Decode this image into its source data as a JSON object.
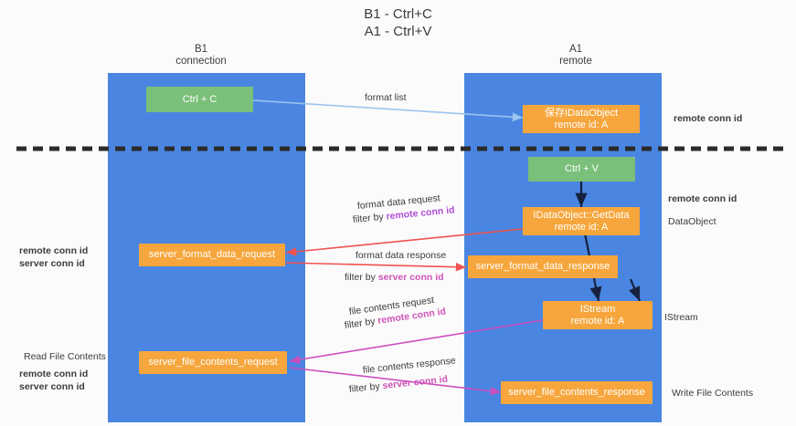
{
  "title": {
    "line1": "B1 - Ctrl+C",
    "line2": "A1 - Ctrl+V"
  },
  "columns": [
    {
      "name": "B1",
      "sub": "connection"
    },
    {
      "name": "A1",
      "sub": "remote"
    }
  ],
  "nodes": {
    "ctrl_c": {
      "label": "Ctrl + C"
    },
    "ctrl_v": {
      "label": "Ctrl + V"
    },
    "save_dataobject": {
      "line1": "保存IDataObject",
      "line2": "remote id: A"
    },
    "getdata": {
      "line1": "IDataObject::GetData",
      "line2": "remote id: A"
    },
    "istream": {
      "line1": "IStream",
      "line2": "remote id: A"
    },
    "server_format_data_request": {
      "label": "server_format_data_request"
    },
    "server_format_data_response": {
      "label": "server_format_data_response"
    },
    "server_file_contents_request": {
      "label": "server_file_contents_request"
    },
    "server_file_contents_response": {
      "label": "server_file_contents_response"
    }
  },
  "edges": {
    "format_list": {
      "label": "format list"
    },
    "format_data_request": {
      "label": "format data request",
      "filter_prefix": "filter by ",
      "filter_key": "remote conn id"
    },
    "format_data_response": {
      "label": "format data response",
      "filter_prefix": "filter by ",
      "filter_key": "server conn id"
    },
    "file_contents_request": {
      "label": "file contents request",
      "filter_prefix": "filter by ",
      "filter_key": "remote conn id"
    },
    "file_contents_response": {
      "label": "file contents response",
      "filter_prefix": "filter by ",
      "filter_key": "server conn id"
    }
  },
  "annotations": {
    "right_remote_conn_id_top": "remote conn id",
    "right_remote_conn_id_mid": "remote conn id",
    "right_dataobject": "DataObject",
    "right_istream": "IStream",
    "right_write_file_contents": "Write File Contents",
    "left_read_file_contents": "Read File Contents",
    "left_remote_conn_id_mid": "remote conn id",
    "left_server_conn_id_mid": "server conn id",
    "left_remote_conn_id_bottom": "remote conn id",
    "left_server_conn_id_bottom": "server conn id"
  },
  "colors": {
    "lane": "#4a86e1",
    "green_node": "#7ac07a",
    "orange_node": "#f6a63c",
    "purple": "#b14fd8",
    "green_text": "#63bb63",
    "magenta": "#d054b8",
    "red_arrow": "#ef5350",
    "blue_arrow": "#9cc5ef",
    "dark_arrow": "#1a2a4a",
    "divider": "#2b2b2b"
  }
}
